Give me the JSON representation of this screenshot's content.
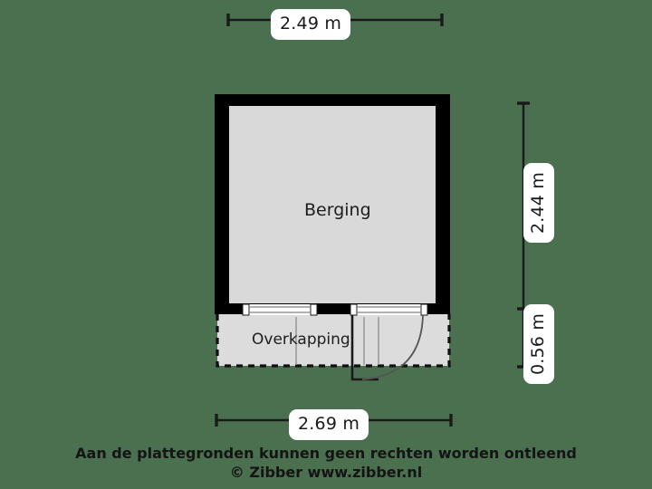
{
  "background_color": "#4a7050",
  "plan": {
    "wall_color": "#000000",
    "room_fill": "#d9d9d9",
    "canopy_fill": "#dcdcdc",
    "line_color": "#1a1a1a"
  },
  "rooms": [
    {
      "id": "berging",
      "label": "Berging"
    },
    {
      "id": "overkapping",
      "label": "Overkapping"
    }
  ],
  "dimensions": {
    "top": {
      "value": "2.49 m",
      "orientation": "horizontal"
    },
    "bottom": {
      "value": "2.69 m",
      "orientation": "horizontal"
    },
    "right_upper": {
      "value": "2.44 m",
      "orientation": "vertical"
    },
    "right_lower": {
      "value": "0.56 m",
      "orientation": "vertical"
    }
  },
  "footer": {
    "line1": "Aan de plattegronden kunnen geen rechten worden ontleend",
    "line2": "© Zibber www.zibber.nl"
  }
}
